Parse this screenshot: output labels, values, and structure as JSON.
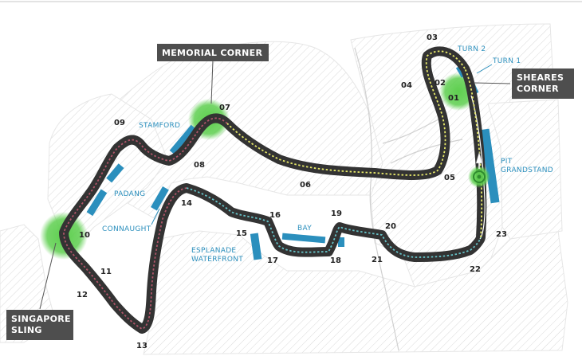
{
  "colors": {
    "track": "#333333",
    "sector_1": "#e6e86a",
    "sector_2": "#66c3c8",
    "sector_3": "#b0556a",
    "grandstand": "#2b8fbd",
    "corner_highlight": "#5ecf4f",
    "callout_bg": "#4e4e4e",
    "land_hatch": "#d9d9d9"
  },
  "corners": [
    {
      "key": "t01",
      "label": "01"
    },
    {
      "key": "t02",
      "label": "02"
    },
    {
      "key": "t03",
      "label": "03"
    },
    {
      "key": "t04",
      "label": "04"
    },
    {
      "key": "t05",
      "label": "05"
    },
    {
      "key": "t06",
      "label": "06"
    },
    {
      "key": "t07",
      "label": "07"
    },
    {
      "key": "t08",
      "label": "08"
    },
    {
      "key": "t09",
      "label": "09"
    },
    {
      "key": "t10",
      "label": "10"
    },
    {
      "key": "t11",
      "label": "11"
    },
    {
      "key": "t12",
      "label": "12"
    },
    {
      "key": "t13",
      "label": "13"
    },
    {
      "key": "t14",
      "label": "14"
    },
    {
      "key": "t15",
      "label": "15"
    },
    {
      "key": "t16",
      "label": "16"
    },
    {
      "key": "t17",
      "label": "17"
    },
    {
      "key": "t18",
      "label": "18"
    },
    {
      "key": "t19",
      "label": "19"
    },
    {
      "key": "t20",
      "label": "20"
    },
    {
      "key": "t21",
      "label": "21"
    },
    {
      "key": "t22",
      "label": "22"
    },
    {
      "key": "t23",
      "label": "23"
    }
  ],
  "grandstands": [
    {
      "key": "turn2",
      "lines": [
        "TURN 2"
      ]
    },
    {
      "key": "turn1",
      "lines": [
        "TURN 1"
      ]
    },
    {
      "key": "pit",
      "lines": [
        "PIT",
        "GRANDSTAND"
      ]
    },
    {
      "key": "stamford",
      "lines": [
        "STAMFORD"
      ]
    },
    {
      "key": "padang",
      "lines": [
        "PADANG"
      ]
    },
    {
      "key": "connaught",
      "lines": [
        "CONNAUGHT"
      ]
    },
    {
      "key": "bay",
      "lines": [
        "BAY"
      ]
    },
    {
      "key": "esplanade",
      "lines": [
        "ESPLANADE",
        "WATERFRONT"
      ]
    }
  ],
  "callouts": [
    {
      "key": "memorial",
      "lines": [
        "MEMORIAL CORNER"
      ]
    },
    {
      "key": "sheares",
      "lines": [
        "SHEARES",
        "CORNER"
      ]
    },
    {
      "key": "singapore",
      "lines": [
        "SINGAPORE",
        "SLING"
      ]
    }
  ]
}
